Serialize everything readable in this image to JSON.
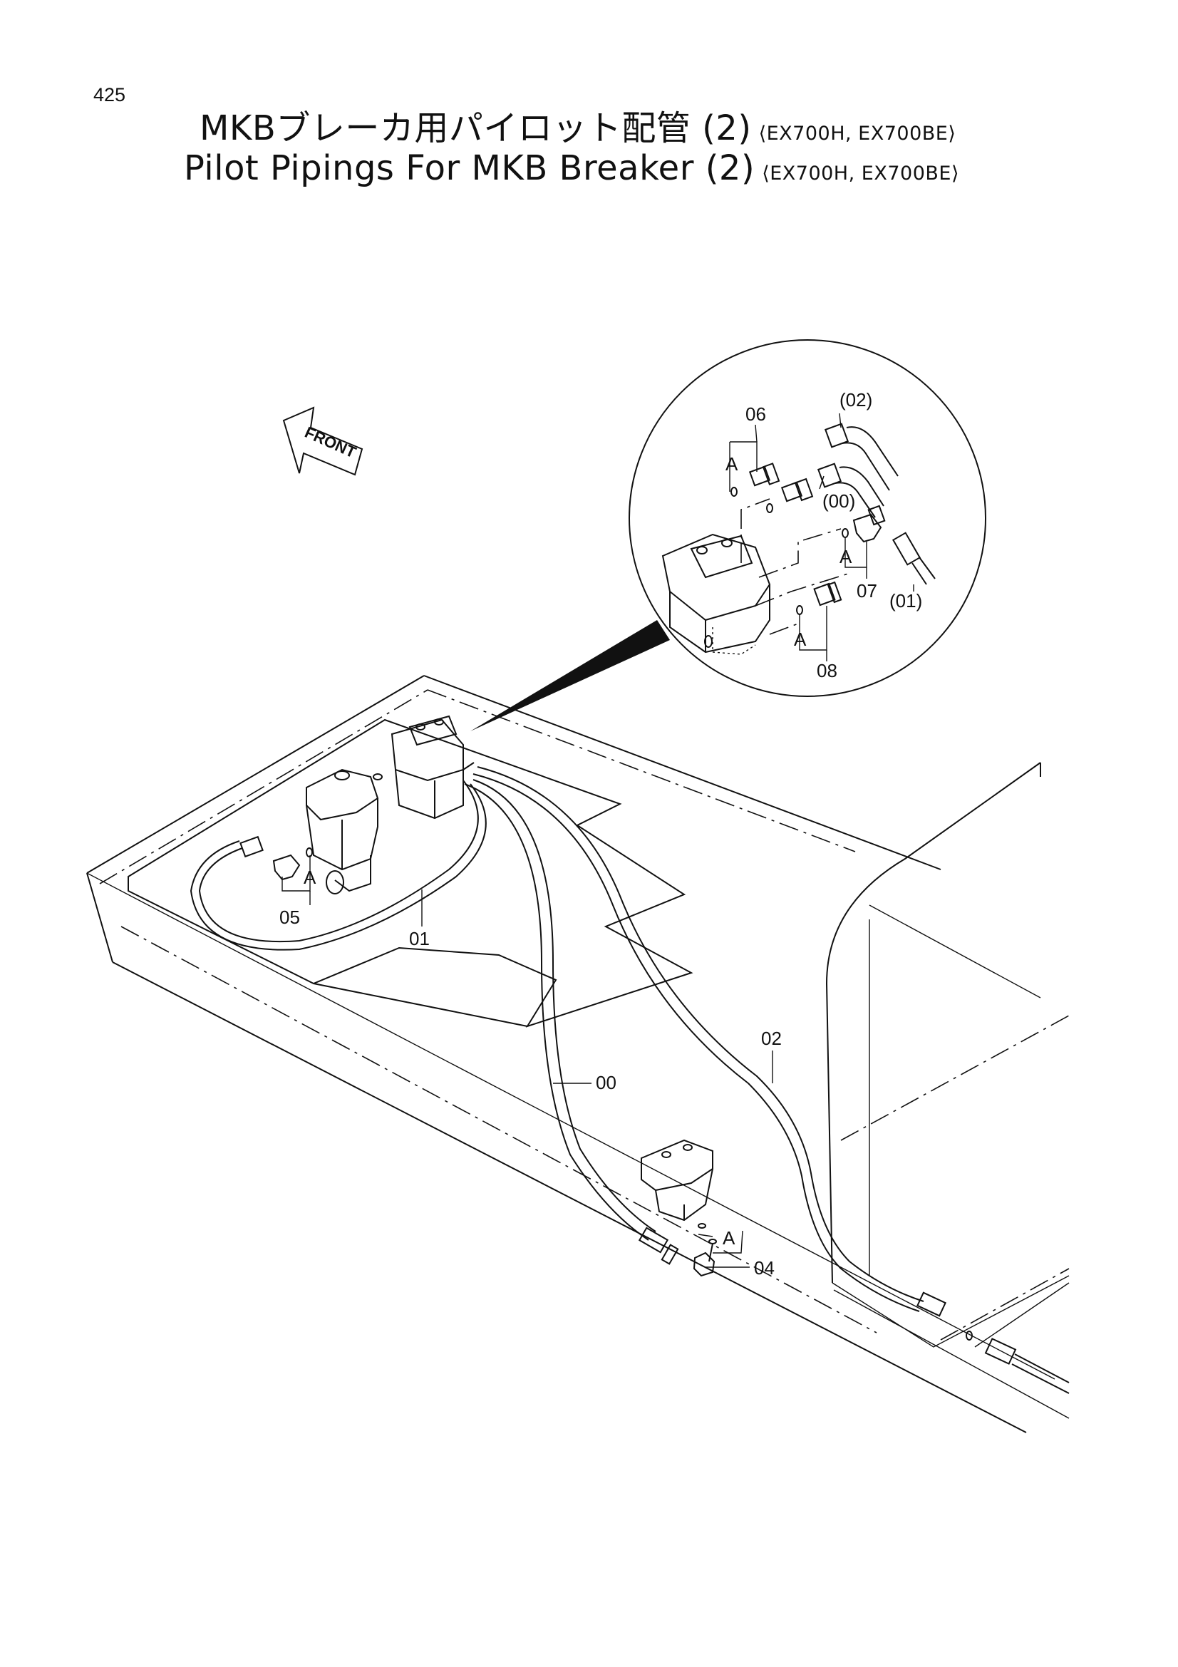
{
  "page": {
    "number": "425"
  },
  "title": {
    "japanese": "MKBブレーカ用パイロット配管 (2)",
    "english": "Pilot Pipings For MKB Breaker (2)",
    "models": "⟨EX700H, EX700BE⟩"
  },
  "front_label": "FRONT",
  "detail_callouts": {
    "c06": "06",
    "c02p": "(02)",
    "cA1": "A",
    "c00p": "(00)",
    "cA2": "A",
    "c07": "07",
    "c01p": "(01)",
    "cA3": "A",
    "c08": "08"
  },
  "main_callouts": {
    "cA4": "A",
    "c05": "05",
    "c01": "01",
    "c02": "02",
    "c00": "00",
    "cA5": "A",
    "c04": "04"
  }
}
